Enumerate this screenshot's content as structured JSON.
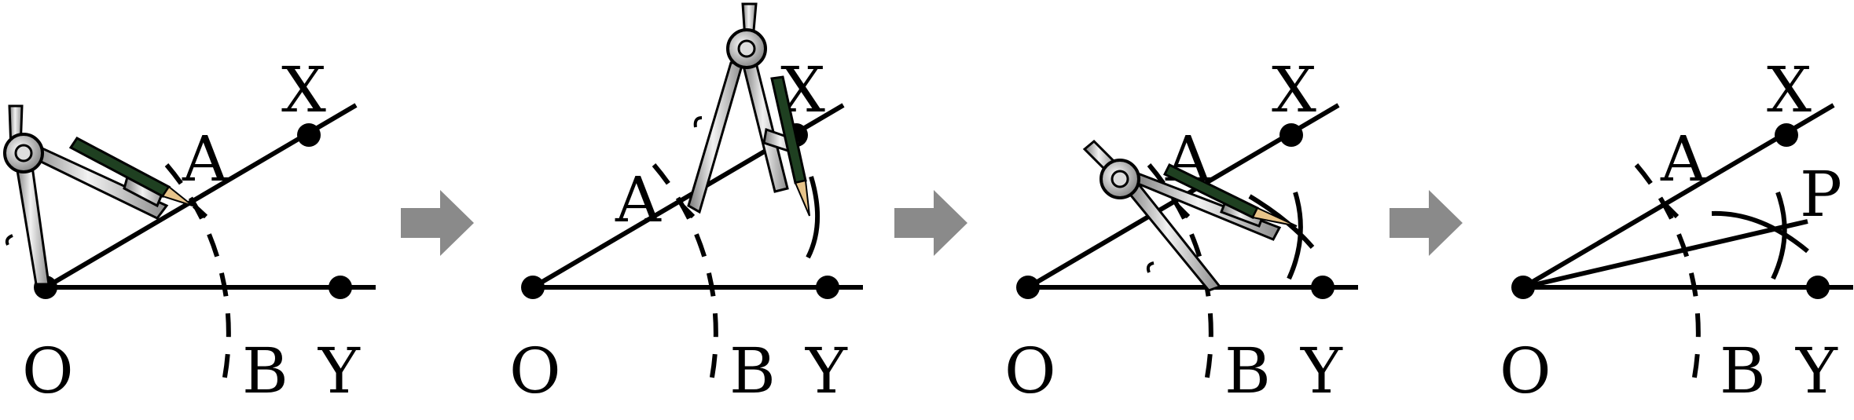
{
  "labels": {
    "O": "O",
    "X": "X",
    "Y": "Y",
    "A": "A",
    "B": "B",
    "P": "P"
  },
  "icons": {
    "arrow": "right-arrow-icon",
    "compass": "compass-icon",
    "pencil": "pencil-icon"
  },
  "colors": {
    "line": "#000000",
    "arrow": "#8a8a8a",
    "pencil_body": "#1f4021",
    "compass_metal": "#b8b8b8"
  }
}
